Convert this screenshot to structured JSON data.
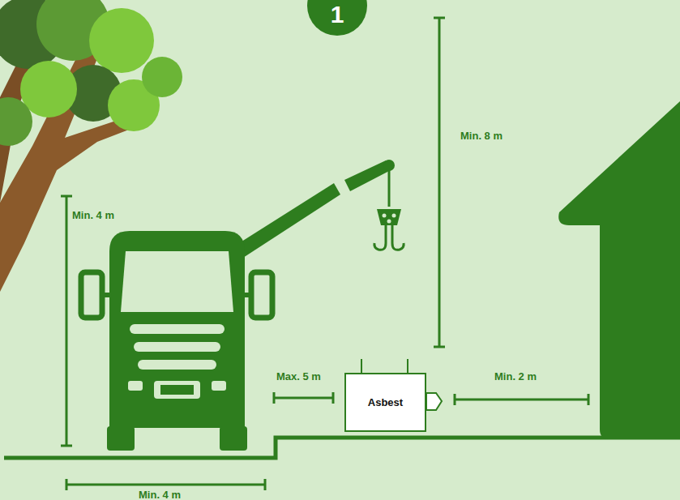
{
  "diagram": {
    "nodes": [
      {
        "text": [
          "1"
        ]
      },
      {
        "text": [
          "Asbest"
        ]
      }
    ],
    "labels": [
      "Min. 8 m",
      "Min. 4 m",
      "Max. 5 m",
      "Min. 2 m",
      "Min. 4 m"
    ]
  }
}
